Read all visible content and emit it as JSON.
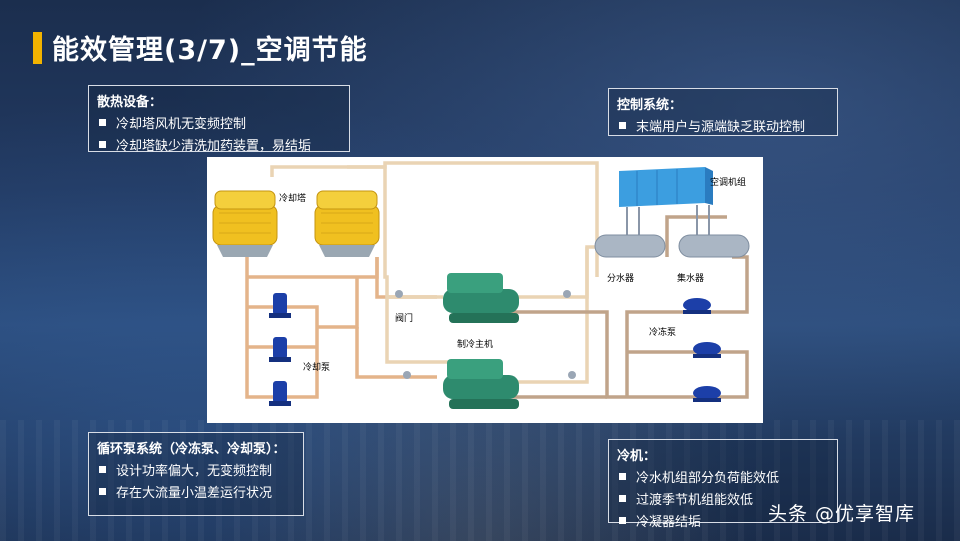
{
  "title": "能效管理(3/7)_空调节能",
  "boxes": {
    "heat": {
      "head": "散热设备：",
      "items": [
        "冷却塔风机无变频控制",
        "冷却塔缺少清洗加药装置，易结垢"
      ]
    },
    "control": {
      "head": "控制系统：",
      "items": [
        "末端用户与源端缺乏联动控制"
      ]
    },
    "pump": {
      "head": "循环泵系统（冷冻泵、冷却泵）：",
      "items": [
        "设计功率偏大，无变频控制",
        "存在大流量小温差运行状况"
      ]
    },
    "chiller": {
      "head": "冷机：",
      "items": [
        "冷水机组部分负荷能效低",
        "过渡季节机组能效低",
        "冷凝器结垢"
      ]
    }
  },
  "diagram": {
    "labels": {
      "cooling_tower": "冷却塔",
      "ahu": "空调机组",
      "distributor": "分水器",
      "collector": "集水器",
      "chilled_pump": "冷冻泵",
      "valve": "阀门",
      "chiller": "制冷主机",
      "cooling_pump": "冷却泵"
    }
  },
  "watermark": "头条 @优享智库",
  "colors": {
    "accent": "#f2b300",
    "pipe_hot": "#e8c9a0",
    "pipe_cold": "#b89a80",
    "tower": "#f0c020",
    "chiller": "#2e8b6e",
    "pump": "#1c3fa8"
  }
}
